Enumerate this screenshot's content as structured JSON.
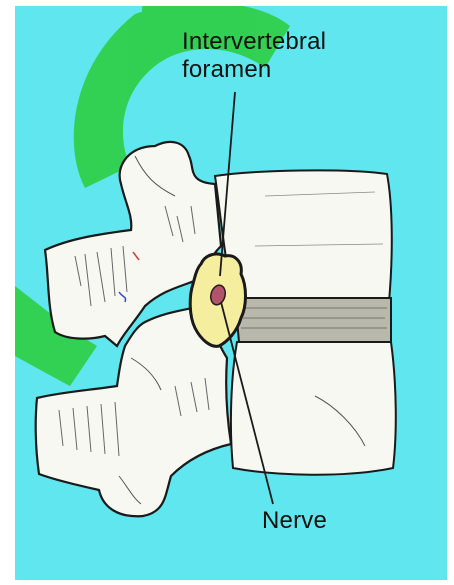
{
  "labels": {
    "foramen_line1": "Intervertebral",
    "foramen_line2": "foramen",
    "nerve": "Nerve"
  },
  "colors": {
    "background": "#5fe6ee",
    "bone_fill": "#f8f8f2",
    "bone_outline": "#1a1a1a",
    "foramen_fill": "#f4ee9e",
    "nerve_fill": "#b0536b",
    "disc_fill": "#b8b8ac",
    "watermark": "#2fcf4a"
  },
  "icons": {
    "watermark": "green-circle-watermark"
  }
}
